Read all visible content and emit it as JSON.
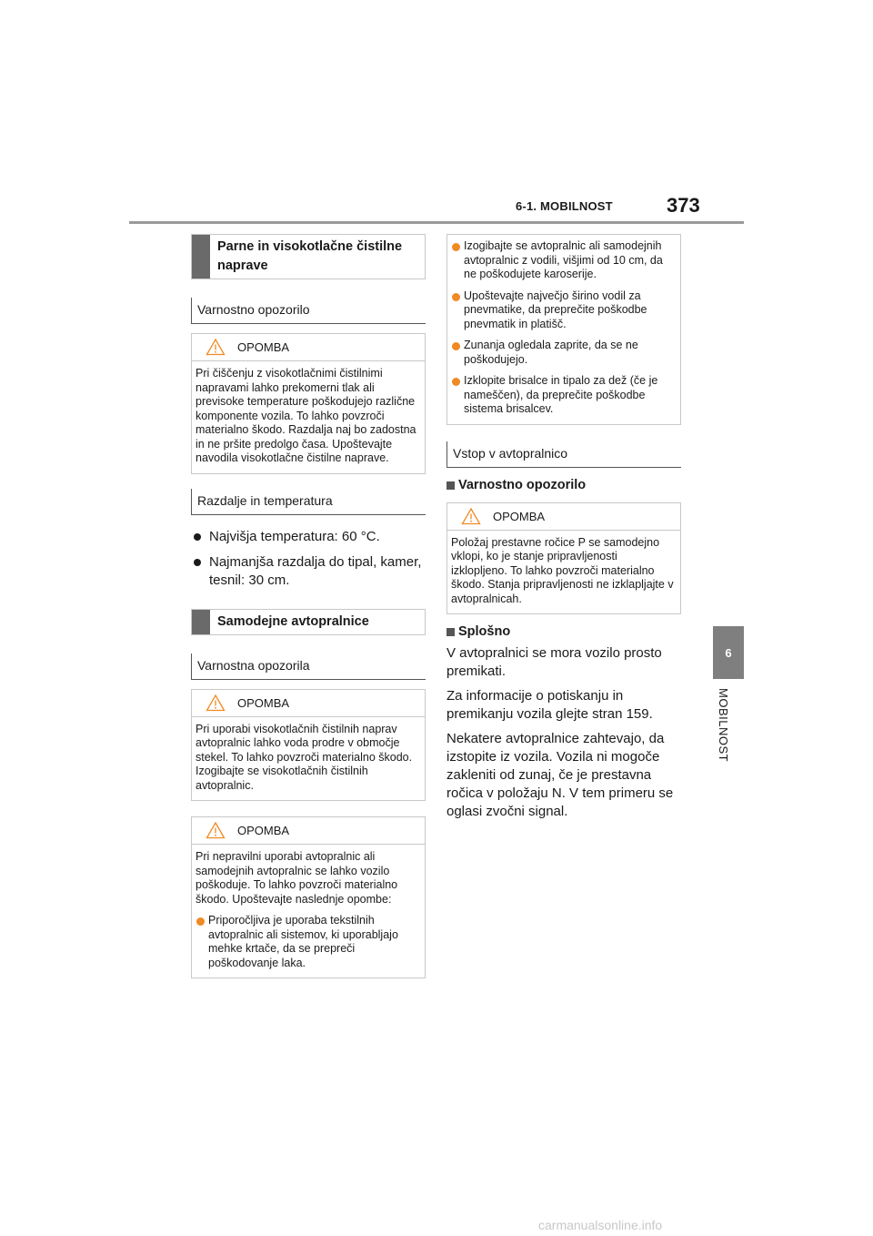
{
  "header": {
    "section": "6-1. MOBILNOST",
    "page_number": "373"
  },
  "side_tab": {
    "number": "6",
    "label": "MOBILNOST"
  },
  "left": {
    "box1_title": "Parne in visokotlačne čistilne naprave",
    "sub1": "Varnostno opozorilo",
    "notice1": {
      "title": "OPOMBA",
      "text": "Pri čiščenju z visokotlačnimi čistilnimi napravami lahko prekomerni tlak ali previsoke temperature poškodujejo različne komponente vozila. To lahko povzroči materialno škodo. Razdalja naj bo zadostna in ne pršite predolgo časa. Upoštevajte navodila visokotlačne čistilne naprave."
    },
    "sub2": "Razdalje in temperatura",
    "bullets": [
      "Najvišja temperatura: 60 °C.",
      "Najmanjša razdalja do tipal, kamer, tesnil: 30 cm."
    ],
    "box2_title": "Samodejne avtopralnice",
    "sub3": "Varnostna opozorila",
    "notice2": {
      "title": "OPOMBA",
      "text": "Pri uporabi visokotlačnih čistilnih naprav avtopralnic lahko voda prodre v območje stekel. To lahko povzroči materialno škodo. Izogibajte se visokotlačnih čistilnih avtopralnic."
    },
    "notice3": {
      "title": "OPOMBA",
      "text": "Pri nepravilni uporabi avtopralnic ali samodejnih avtopralnic se lahko vozilo poškoduje. To lahko povzroči materialno škodo. Upoštevajte naslednje opombe:",
      "dot": "Priporočljiva je uporaba tekstilnih avtopralnic ali sistemov, ki uporabljajo mehke krtače, da se prepreči poškodovanje laka."
    }
  },
  "right": {
    "dots": [
      "Izogibajte se avtopralnic ali samodejnih avtopralnic z vodili, višjimi od 10 cm, da ne poškodujete karoserije.",
      "Upoštevajte največjo širino vodil za pnevmatike, da preprečite poškodbe pnevmatik in platišč.",
      "Zunanja ogledala zaprite, da se ne poškodujejo.",
      "Izklopite brisalce in tipalo za dež (če je nameščen), da preprečite poškodbe sistema brisalcev."
    ],
    "sub4": "Vstop v avtopralnico",
    "sq1": "Varnostno opozorilo",
    "notice4": {
      "title": "OPOMBA",
      "text": "Položaj prestavne ročice P se samodejno vklopi, ko je stanje pripravljenosti izklopljeno. To lahko povzroči materialno škodo. Stanja pripravljenosti ne izklapljajte v avtopralnicah."
    },
    "sq2": "Splošno",
    "paras": [
      "V avtopralnici se mora vozilo prosto premikati.",
      "Za informacije o potiskanju in premikanju vozila glejte stran 159.",
      "Nekatere avtopralnice zahtevajo, da izstopite iz vozila. Vozila ni mogoče zakleniti od zunaj, če je prestavna ročica v položaju N. V tem primeru se oglasi zvočni signal."
    ]
  },
  "footer": "carmanualsonline.info",
  "colors": {
    "accent_dot": "#f08a24",
    "title_bar": "#6a6a6a",
    "tab": "#7f7f7f"
  }
}
